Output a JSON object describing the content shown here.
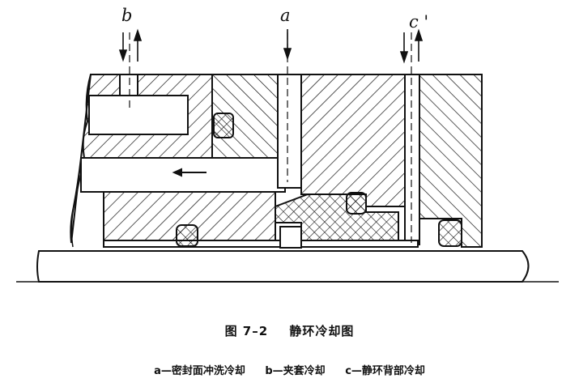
{
  "labels": {
    "a": "a",
    "b": "b",
    "c": "c '"
  },
  "caption": {
    "number": "图 7–2",
    "title": "静环冷却图"
  },
  "legend": [
    {
      "text": "a—密封面冲洗冷却"
    },
    {
      "text": "b—夹套冷却"
    },
    {
      "text": "c—静环背部冷却"
    }
  ]
}
